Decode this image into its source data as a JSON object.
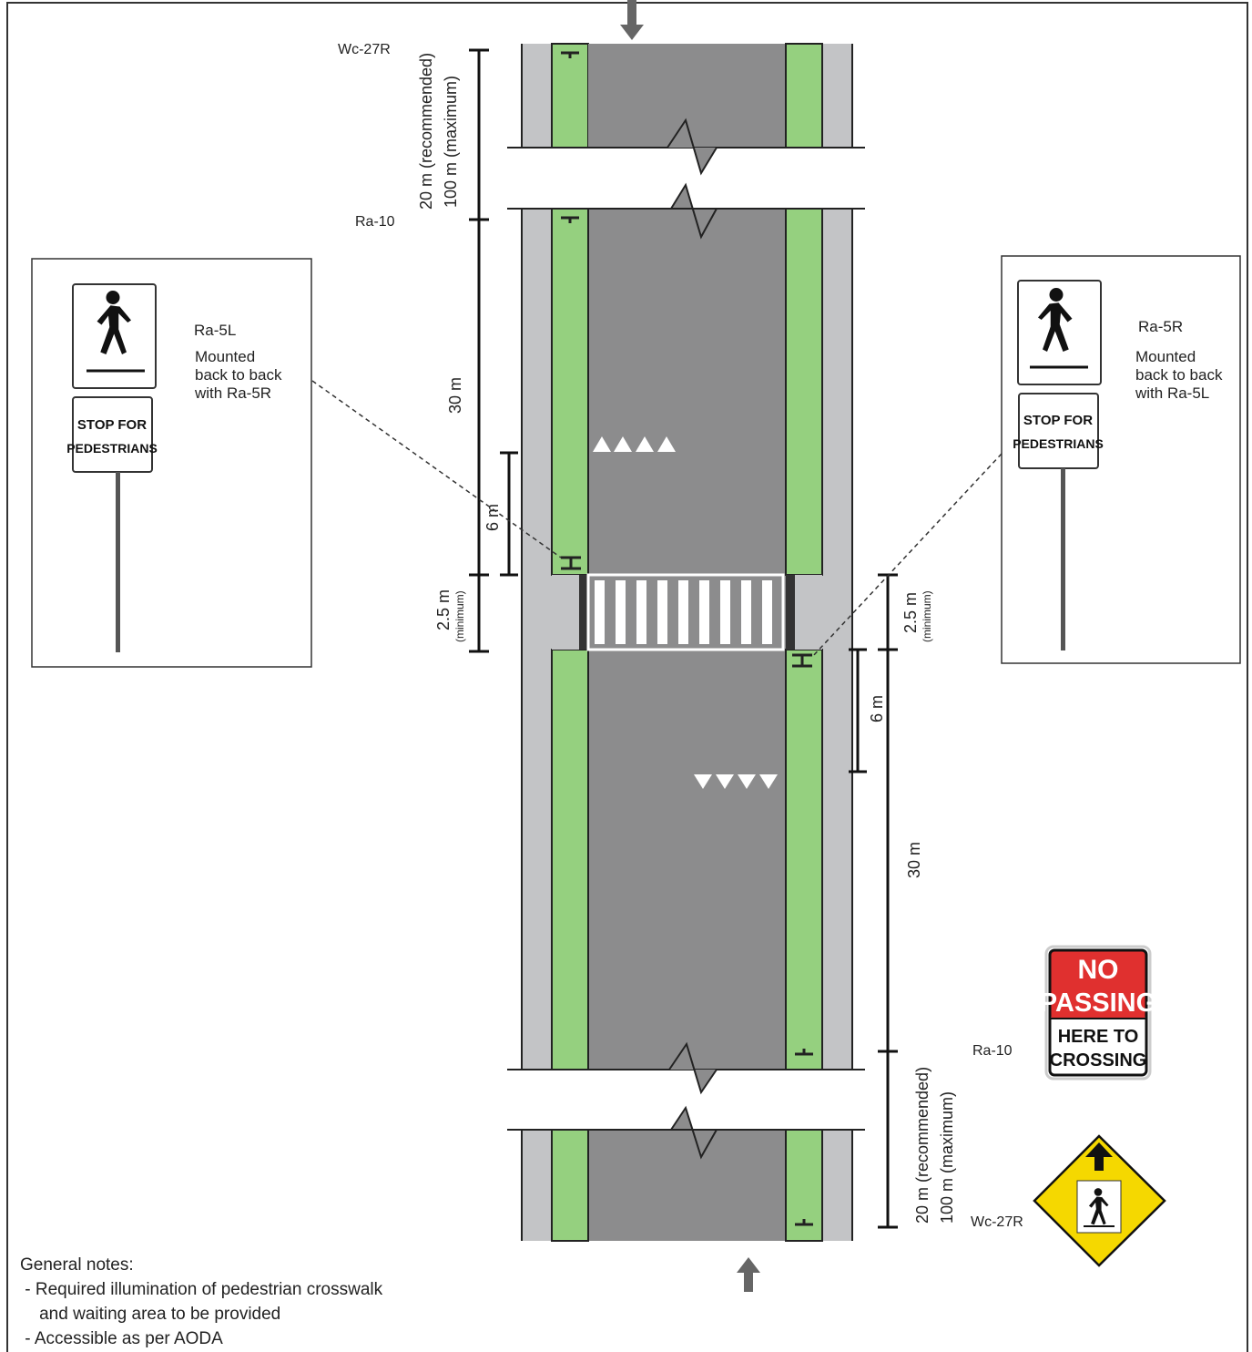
{
  "signs": {
    "wc27r": "Wc-27R",
    "ra10": "Ra-10",
    "ra5l": "Ra-5L",
    "ra5r": "Ra-5R"
  },
  "left_panel": {
    "code": "Ra-5L",
    "note_lines": [
      "Mounted",
      "back to back",
      "with Ra-5R"
    ],
    "tab_lines": [
      "STOP FOR",
      "PEDESTRIANS"
    ]
  },
  "right_panel": {
    "code": "Ra-5R",
    "note_lines": [
      "Mounted",
      "back to back",
      "with Ra-5L"
    ],
    "tab_lines": [
      "STOP FOR",
      "PEDESTRIANS"
    ]
  },
  "dimensions": {
    "d20_recommended": "20 m (recommended)",
    "d100_maximum": "100 m (maximum)",
    "d30": "30 m",
    "d6": "6 m",
    "d2_5": "2.5 m",
    "minimum": "(minimum)"
  },
  "no_passing_sign": {
    "top_lines": [
      "NO",
      "PASSING"
    ],
    "bottom_lines": [
      "HERE TO",
      "CROSSING"
    ],
    "colors": {
      "red": "#e0302f",
      "white": "#ffffff"
    }
  },
  "warning_sign": {
    "icon": "pedestrian-ahead-icon",
    "color": "#f5d800"
  },
  "colors": {
    "road": "#8c8c8d",
    "bike_lane": "#95d07f",
    "sidewalk": "#c3c4c6"
  },
  "notes": {
    "heading": "General notes:",
    "lines": [
      " - Required illumination of pedestrian crosswalk",
      "    and waiting area to be provided",
      " - Accessible as per AODA"
    ]
  }
}
